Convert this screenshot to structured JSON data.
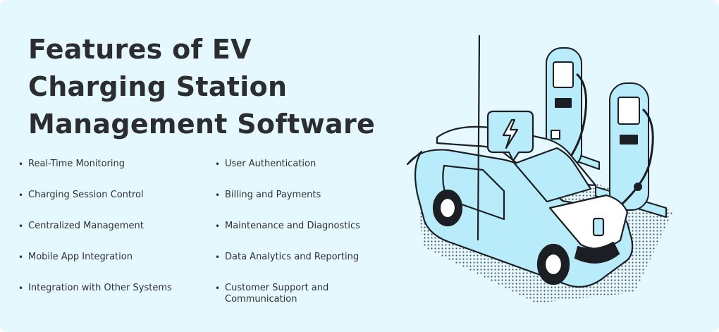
{
  "title_lines": [
    "Features of EV",
    "Charging Station",
    "Management Software"
  ],
  "features_left": [
    "Real-Time Monitoring",
    "Charging Session Control",
    "Centralized Management",
    "Mobile App Integration",
    "Integration with Other Systems"
  ],
  "features_right": [
    "User Authentication",
    "Billing and Payments",
    "Maintenance and Diagnostics",
    "Data Analytics and Reporting",
    "Customer Support and Communication"
  ],
  "illustration": {
    "icon": "electric-car-charging-icon",
    "colors": {
      "background": "#e5f8fe",
      "fill": "#b9ecfa",
      "stroke": "#1b1f23"
    }
  }
}
